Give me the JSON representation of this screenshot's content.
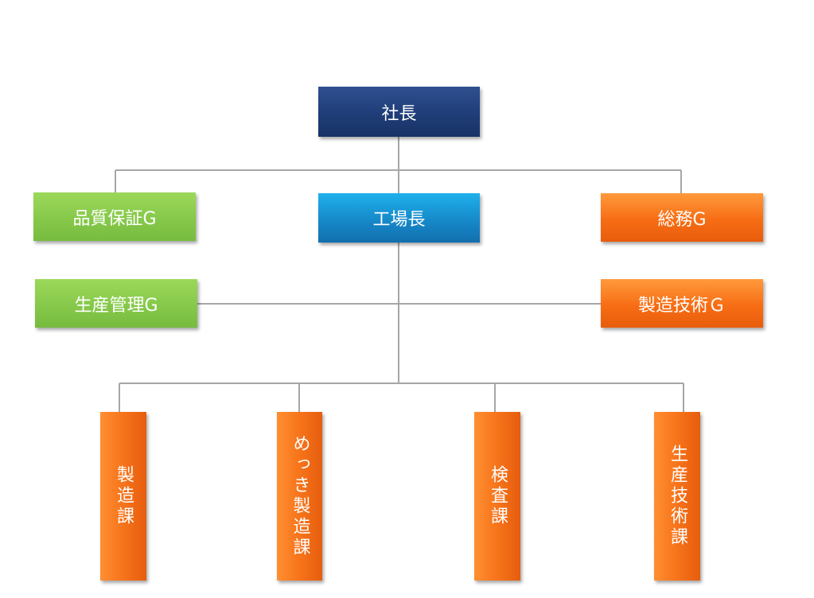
{
  "diagram": {
    "president": "社長",
    "plant_manager": "工場長",
    "quality_assurance": "品質保証G",
    "general_affairs": "総務G",
    "production_control": "生産管理G",
    "manufacturing_engineering": "製造技術Ｇ",
    "sections": [
      "製造課",
      "めっき製造課",
      "検査課",
      "生産技術課"
    ]
  },
  "colors": {
    "navy": "#1f3d78",
    "blue": "#1689c9",
    "green": "#86c94a",
    "orange": "#f76d14",
    "connector": "#a6a6a6"
  }
}
